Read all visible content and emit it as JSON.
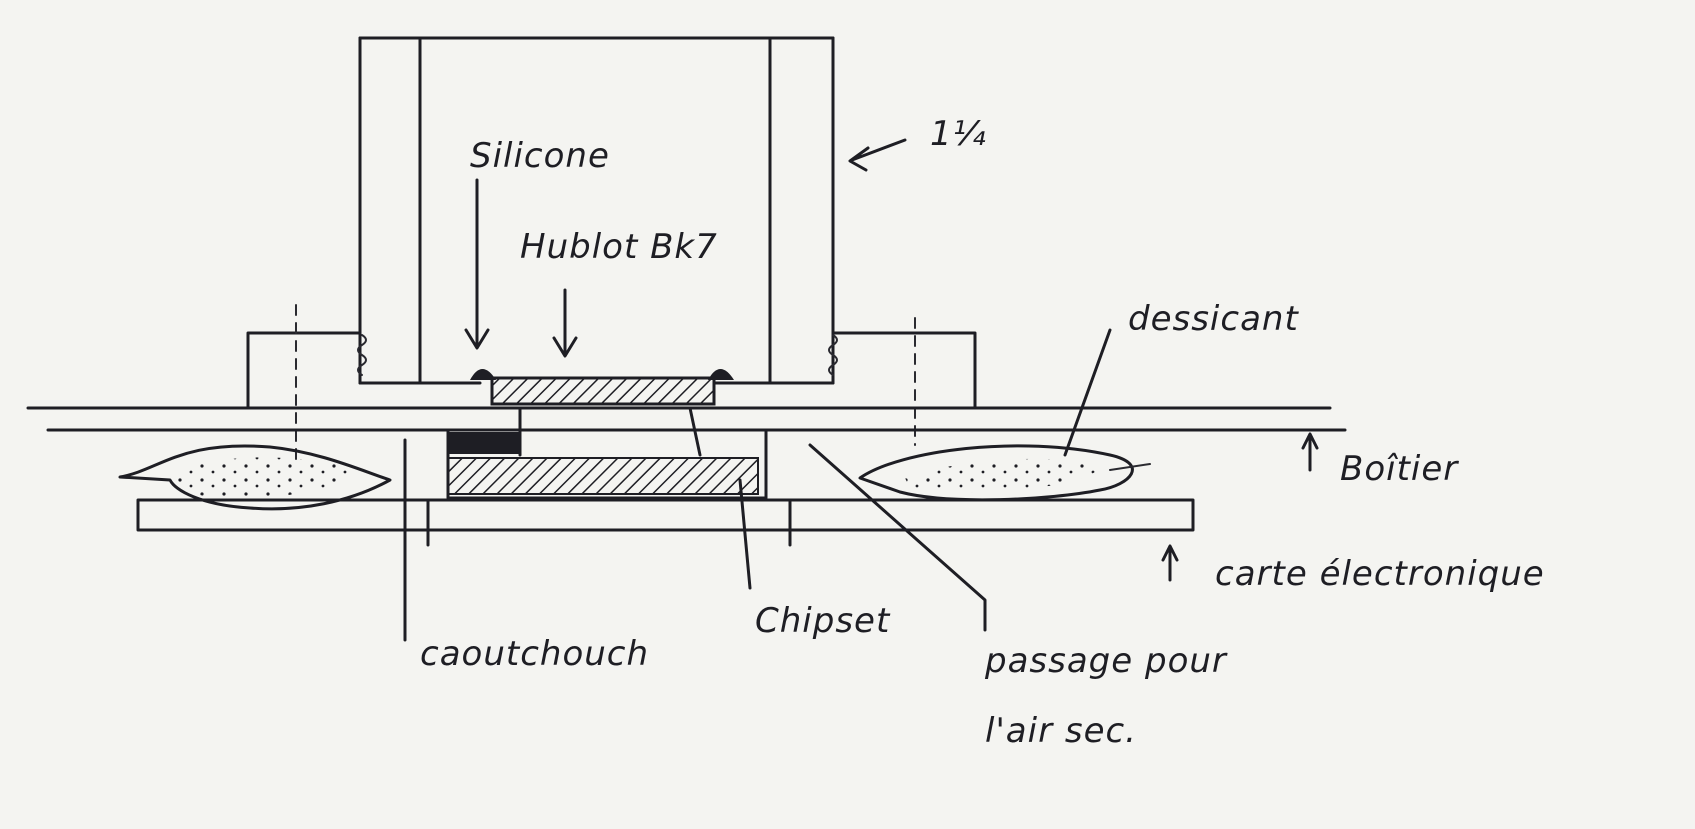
{
  "labels": {
    "silicone": "Silicone",
    "hublot": "Hublot Bk7",
    "size": "1¼",
    "dessicant": "dessicant",
    "boitier": "Boîtier",
    "carte": "carte électronique",
    "caoutchouc": "caoutchouch",
    "chipset": "Chipset",
    "passage_line1": "passage pour",
    "passage_line2": "l'air sec."
  },
  "colors": {
    "paper": "#f4f4f1",
    "ink": "#1e1e24"
  }
}
